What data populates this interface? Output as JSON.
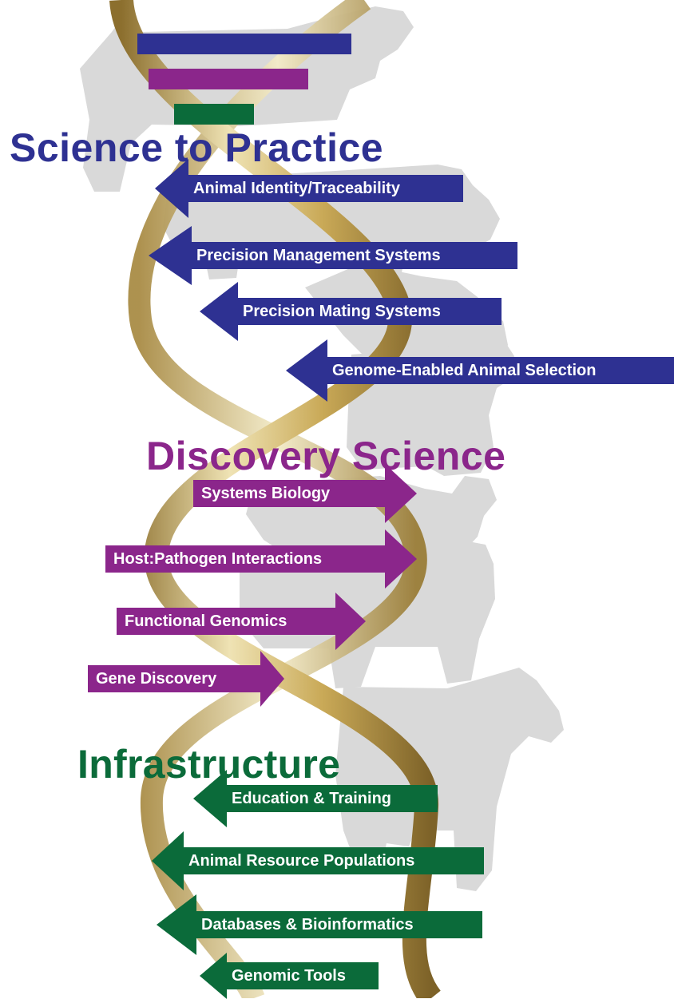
{
  "colors": {
    "blue": "#2e3192",
    "purple": "#8b268b",
    "green": "#0b6b3a",
    "gold_light": "#efe3b4",
    "gold": "#c9a957",
    "gold_dark": "#8c6f2e",
    "silhouette": "#d6d6d6"
  },
  "background": {
    "silhouettes": [
      "cow-silhouette",
      "pig-silhouette",
      "chicken-silhouette",
      "goat-silhouette",
      "sheep-silhouette",
      "dairy-cow-silhouette",
      "horse-silhouette"
    ]
  },
  "sections": {
    "science_to_practice": {
      "title": "Science to Practice",
      "color": "blue",
      "items": [
        "Animal Identity/Traceability",
        "Precision Management Systems",
        "Precision Mating Systems",
        "Genome-Enabled Animal Selection"
      ]
    },
    "discovery_science": {
      "title": "Discovery Science",
      "color": "purple",
      "items": [
        "Systems Biology",
        "Host:Pathogen Interactions",
        "Functional Genomics",
        "Gene Discovery"
      ]
    },
    "infrastructure": {
      "title": "Infrastructure",
      "color": "green",
      "items": [
        "Education & Training",
        "Animal Resource Populations",
        "Databases & Bioinformatics",
        "Genomic Tools"
      ]
    }
  }
}
